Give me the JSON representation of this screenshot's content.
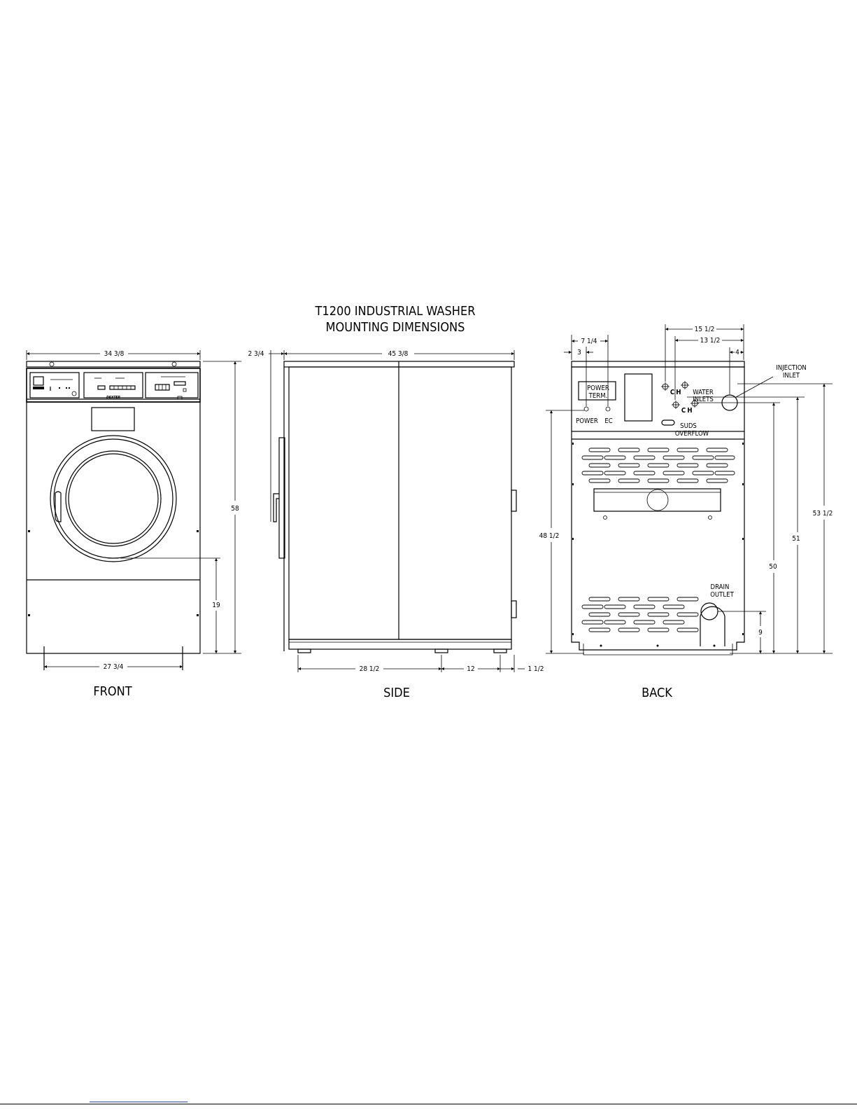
{
  "title": {
    "line1": "T1200 INDUSTRIAL WASHER",
    "line2": "MOUNTING DIMENSIONS"
  },
  "views": {
    "front": "FRONT",
    "side": "SIDE",
    "back": "BACK"
  },
  "brand": "DEXTER",
  "front": {
    "width_top": "34 3/8",
    "height_total": "58",
    "door_center": "19",
    "feet_span": "27 3/4"
  },
  "side": {
    "door_offset": "2 3/4",
    "depth_top": "45 3/8",
    "foot_front": "28 1/2",
    "foot_rear": "12",
    "foot_extra": "1 1/2"
  },
  "back": {
    "dim_15_half": "15 1/2",
    "dim_13_half": "13 1/2",
    "dim_7_quarter": "7 1/4",
    "dim_3": "3",
    "dim_4": "4",
    "power_term_line1": "POWER",
    "power_term_line2": "TERM.",
    "power": "POWER",
    "ec": "EC",
    "water_inlets_line1": "WATER",
    "water_inlets_line2": "INLETS",
    "c1": "C",
    "h1": "H",
    "c2": "C",
    "h2": "H",
    "suds_line1": "SUDS",
    "suds_line2": "OVERFLOW",
    "injection_line1": "INJECTION",
    "injection_line2": "INLET",
    "drain_line1": "DRAIN",
    "drain_line2": "OUTLET",
    "h_power": "48 1/2",
    "h_water_low": "50",
    "h_water_high": "51",
    "h_injection": "53 1/2",
    "h_drain": "9"
  }
}
